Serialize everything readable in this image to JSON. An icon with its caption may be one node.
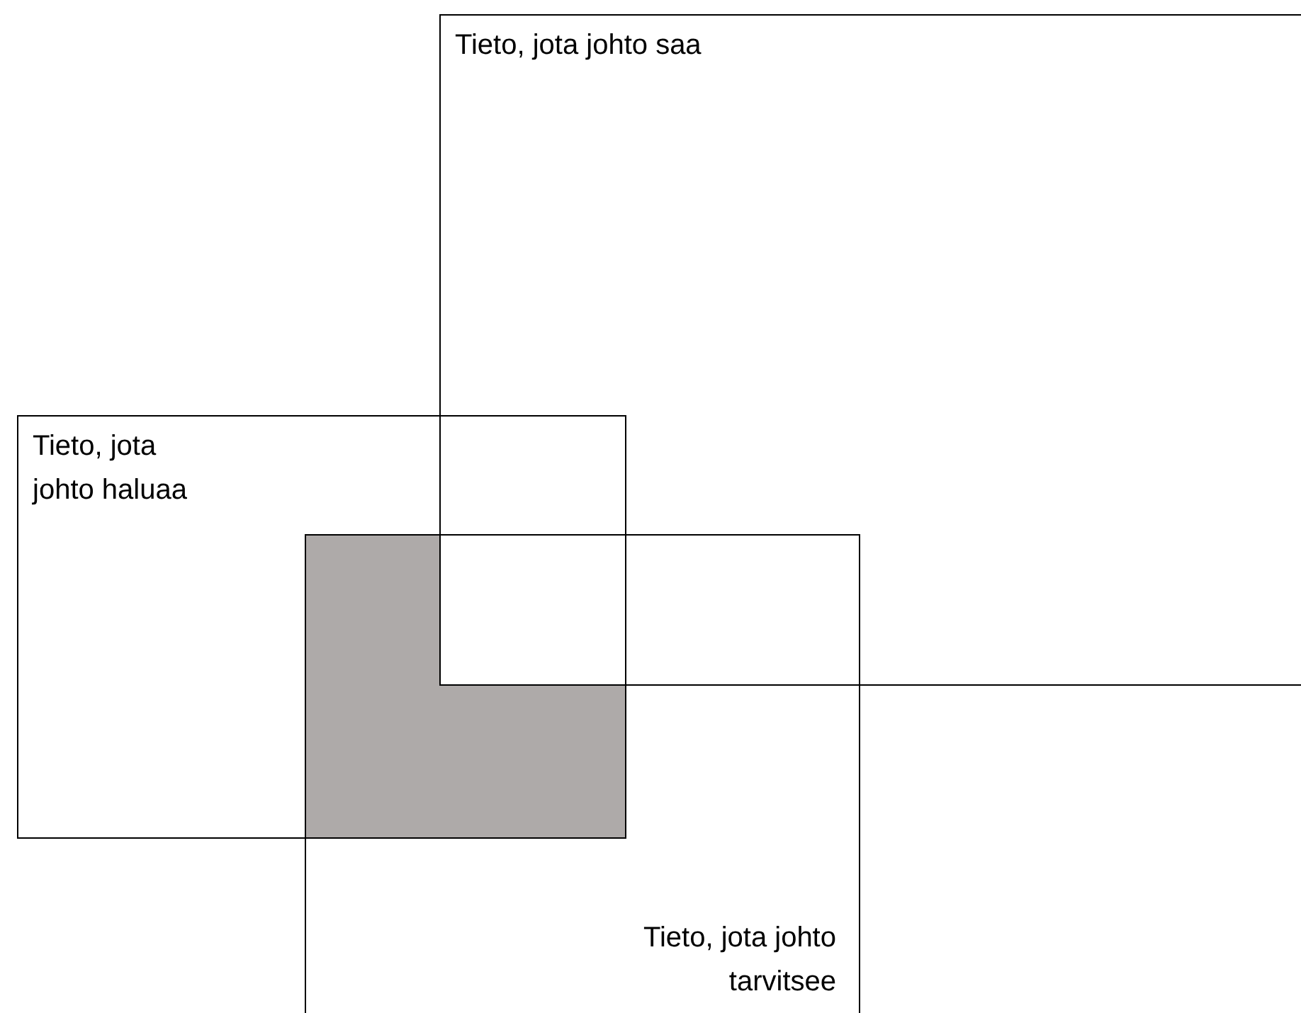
{
  "diagram": {
    "nodes": [
      {
        "text": [
          "Tieto, jota johto saa"
        ]
      },
      {
        "text": [
          "Tieto, jota johto haluaa"
        ]
      },
      {
        "text": [
          "Tieto, jota johto tarvitsee"
        ]
      },
      {
        "text": [],
        "shape": "box"
      }
    ]
  }
}
